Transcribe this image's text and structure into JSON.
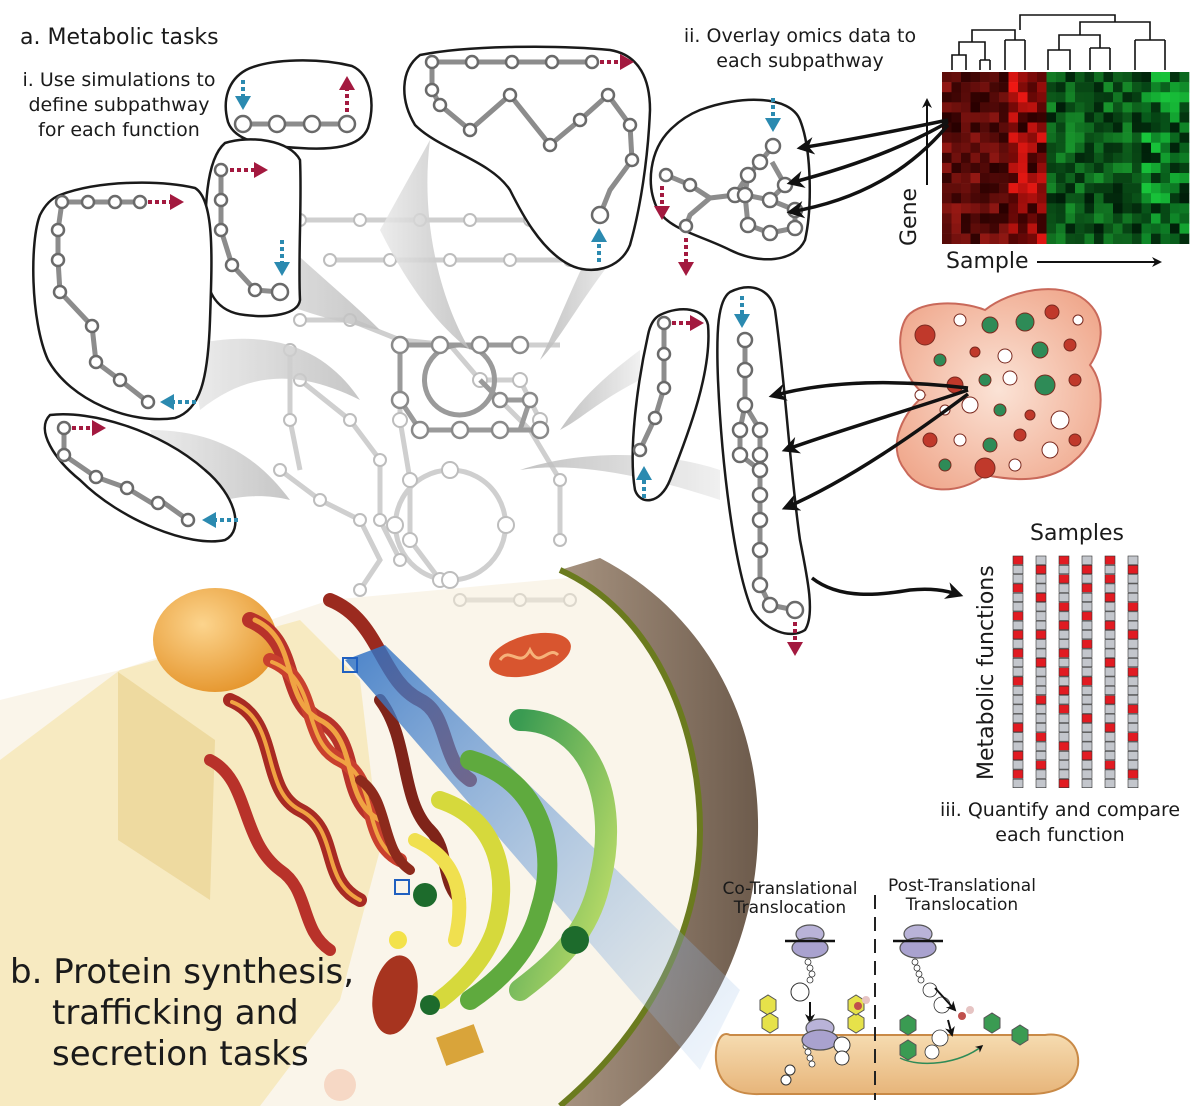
{
  "panel_a": {
    "title": "a. Metabolic tasks",
    "step1": [
      "i. Use simulations to",
      "define subpathway",
      "for each function"
    ],
    "step2": [
      "ii. Overlay omics data to",
      "each subpathway"
    ],
    "step3": [
      "iii. Quantify and compare",
      "each function"
    ]
  },
  "heatmap": {
    "y_label": "Gene",
    "x_label": "Sample"
  },
  "matrix": {
    "title": "Samples",
    "y_label": "Metabolic functions"
  },
  "panel_b": {
    "title": [
      "b. Protein synthesis,",
      "trafficking and",
      "secretion tasks"
    ],
    "co_label": [
      "Co-Translational",
      "Translocation"
    ],
    "post_label": [
      "Post-Translational",
      "Translocation"
    ]
  },
  "colors": {
    "inflow_arrow": "#2b8ab0",
    "outflow_arrow": "#a3193f",
    "pathway_gray": "#8c8c8c",
    "heat_red": "#e0202a",
    "heat_green": "#2fb54a",
    "matrix_red": "#e11b22",
    "matrix_gray": "#c3c6cc"
  }
}
